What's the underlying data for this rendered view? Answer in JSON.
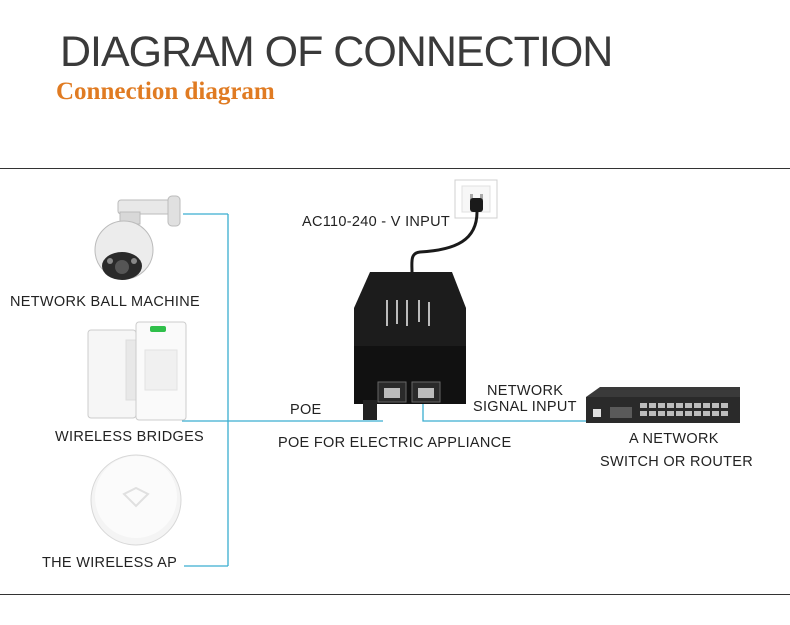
{
  "header": {
    "title": "DIAGRAM OF CONNECTION",
    "subtitle": "Connection diagram"
  },
  "devices": {
    "ball_machine": "NETWORK BALL MACHINE",
    "bridges": "WIRELESS BRIDGES",
    "ap": "THE WIRELESS AP",
    "switch_line1": "A NETWORK",
    "switch_line2": "SWITCH OR ROUTER"
  },
  "labels": {
    "ac_input": "AC110-240 - V INPUT",
    "poe": "POE",
    "poe_appliance": "POE FOR ELECTRIC APPLIANCE",
    "network_line1": "NETWORK",
    "network_line2": "SIGNAL INPUT"
  },
  "colors": {
    "accent": "#e07b22",
    "line": "#3aaed0",
    "device_dark": "#1a1a1a"
  },
  "icons": [
    "dome-camera-icon",
    "wireless-bridge-icon",
    "wireless-ap-icon",
    "poe-injector-icon",
    "wall-socket-icon",
    "network-switch-icon"
  ]
}
